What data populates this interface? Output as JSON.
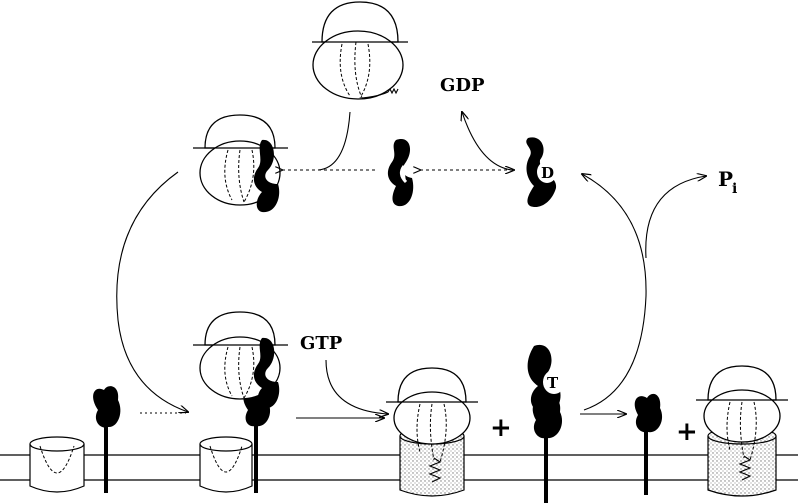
{
  "labels": {
    "gdp": "GDP",
    "gtp": "GTP",
    "pi_main": "P",
    "pi_sub": "i",
    "d_marker": "D",
    "t_marker": "T",
    "plus_1": "+",
    "plus_2": "+"
  },
  "colors": {
    "ink": "#000000",
    "paper": "#ffffff",
    "stipple": "#8a8a8a"
  }
}
